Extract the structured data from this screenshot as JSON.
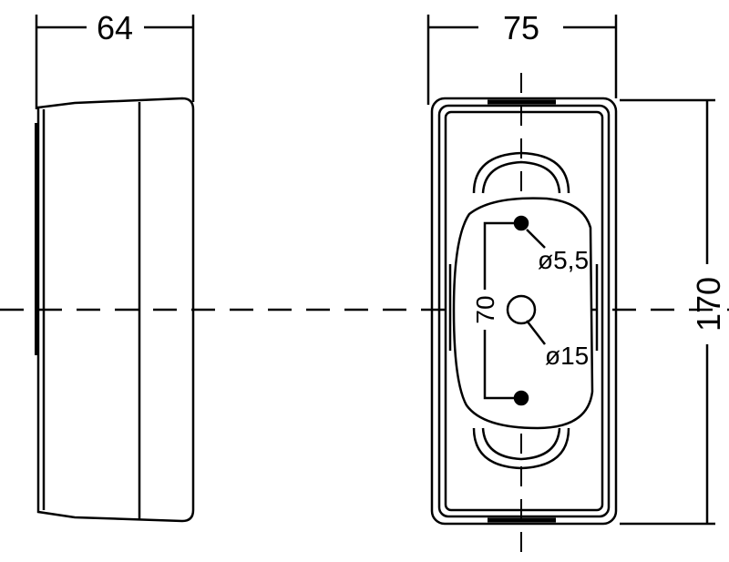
{
  "drawing": {
    "side_view": {
      "width_label": "64"
    },
    "front_view": {
      "width_label": "75",
      "height_label": "170",
      "hole_spacing_label": "70",
      "small_hole_label": "ø5,5",
      "large_hole_label": "ø15"
    }
  }
}
